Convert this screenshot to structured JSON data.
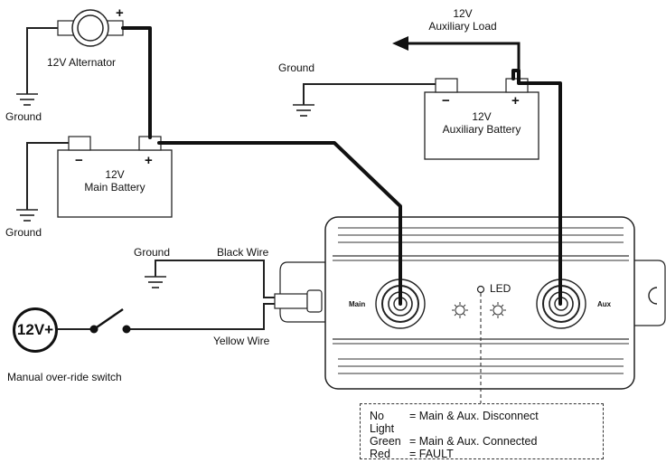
{
  "labels": {
    "alternator": "12V Alternator",
    "alt_plus": "+",
    "ground": "Ground",
    "main_battery_line1": "12V",
    "main_battery_line2": "Main Battery",
    "aux_battery_line1": "12V",
    "aux_battery_line2": "Auxiliary Battery",
    "aux_load_line1": "12V",
    "aux_load_line2": "Auxiliary Load",
    "minus": "−",
    "plus": "+",
    "black_wire": "Black Wire",
    "yellow_wire": "Yellow Wire",
    "v12plus": "12V+",
    "manual_switch": "Manual over-ride switch",
    "main_terminal": "Main",
    "aux_terminal": "Aux",
    "led": "LED"
  },
  "legend": [
    {
      "key": "No Light",
      "value": "= Main & Aux. Disconnect"
    },
    {
      "key": "Green",
      "value": "= Main & Aux. Connected"
    },
    {
      "key": "Red",
      "value": "= FAULT"
    }
  ]
}
